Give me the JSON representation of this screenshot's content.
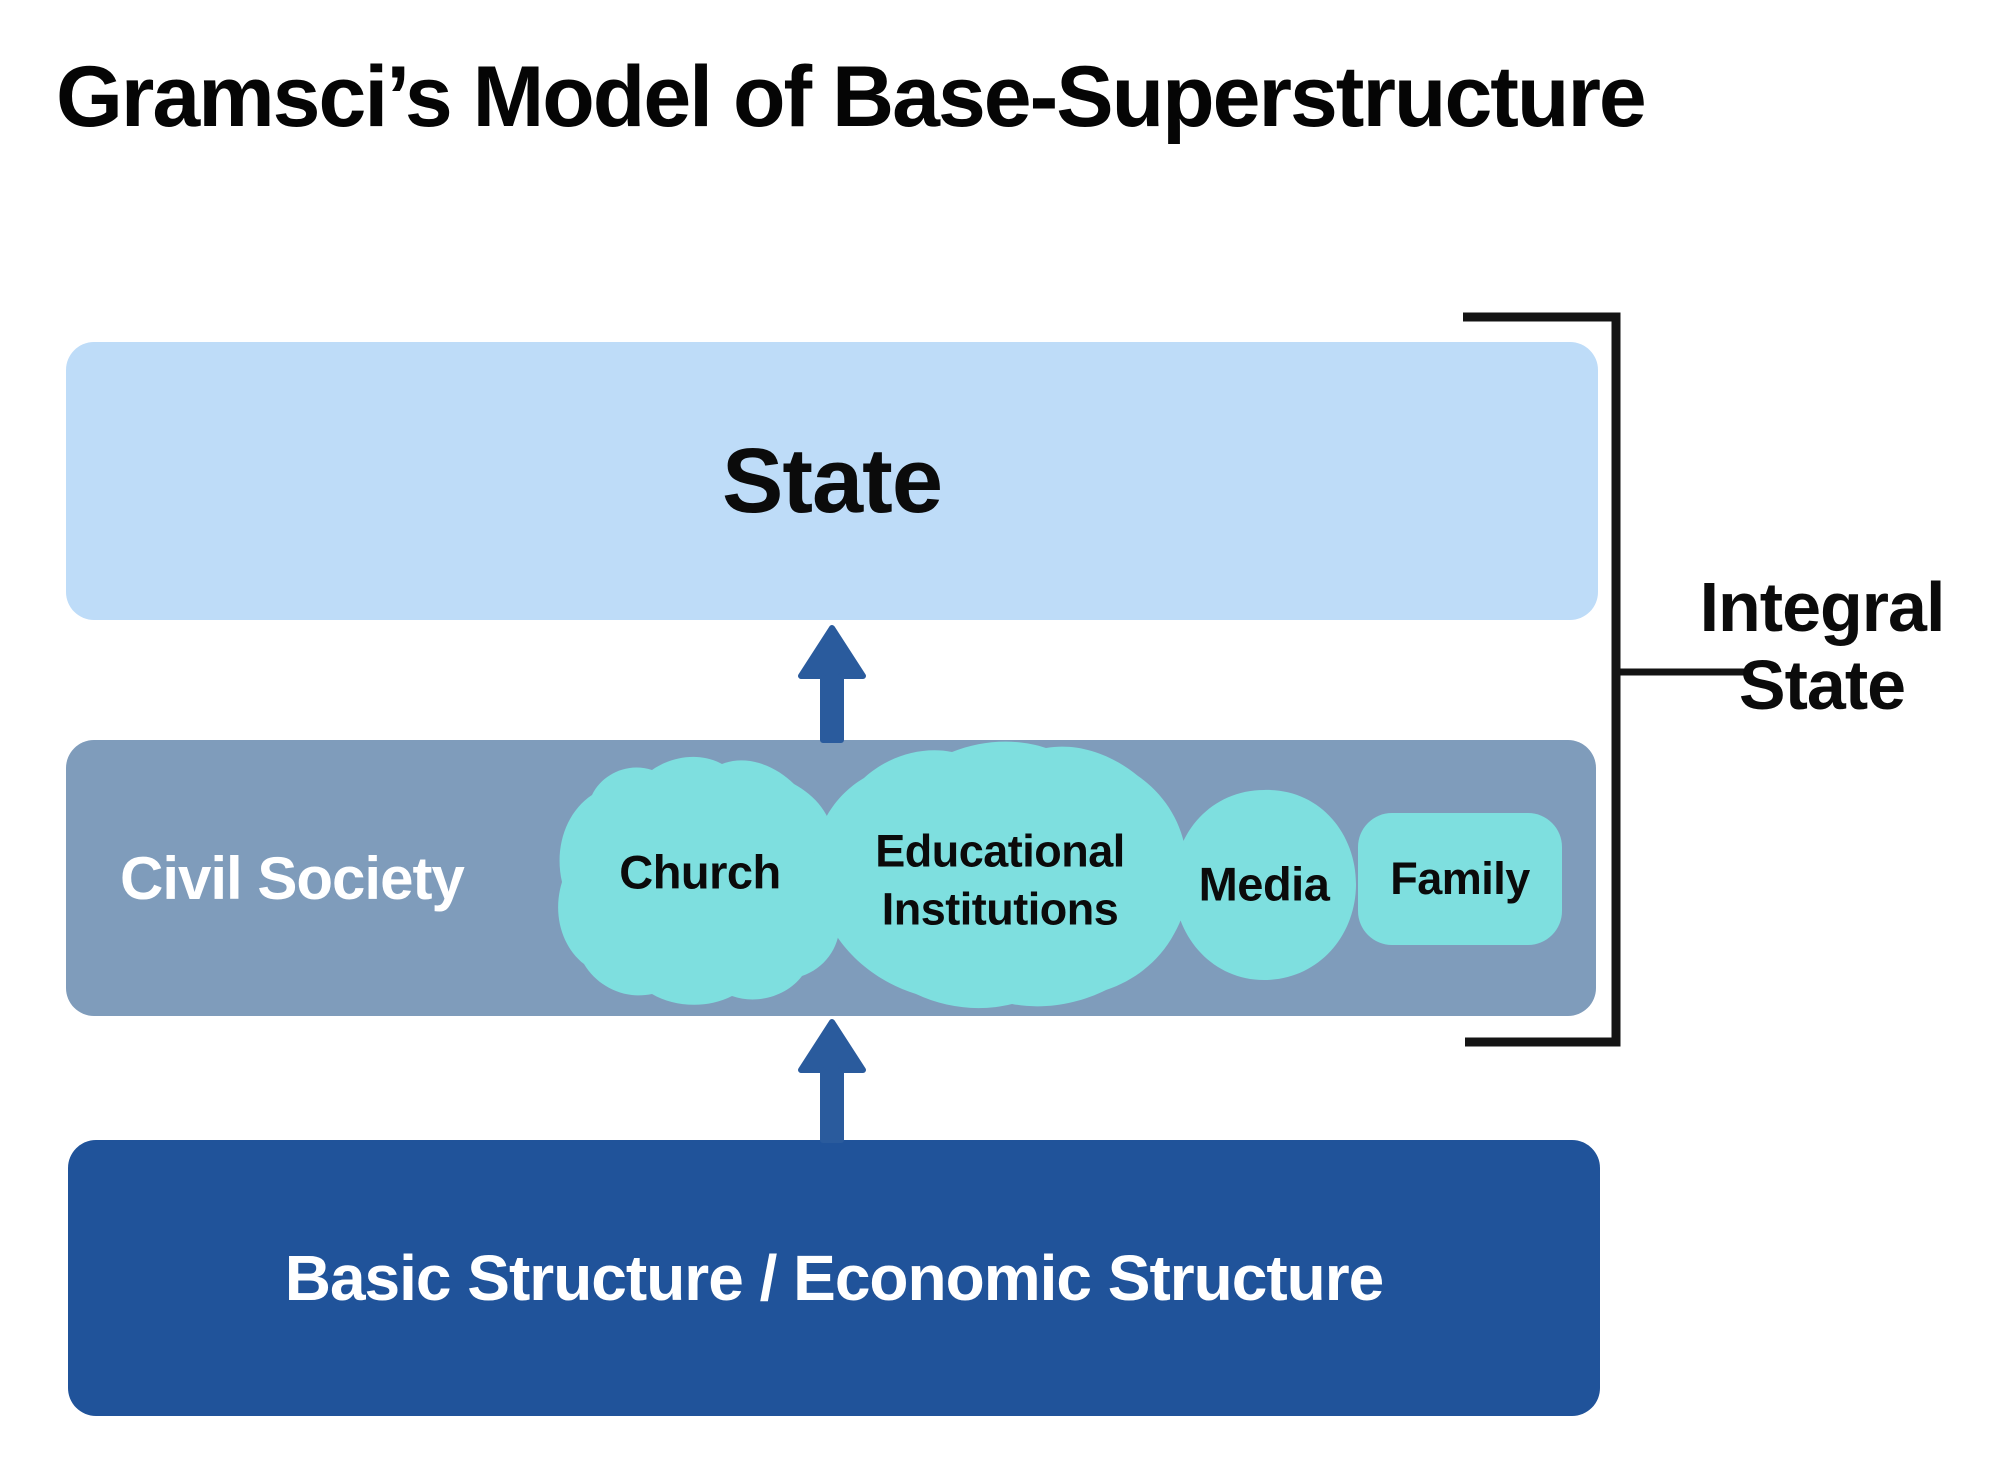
{
  "title": "Gramsci’s Model of Base-Superstructure",
  "layers": {
    "state": {
      "label": "State"
    },
    "civil_society": {
      "label": "Civil Society",
      "institutions": [
        {
          "label": "Church"
        },
        {
          "label": "Educational Institutions"
        },
        {
          "label": "Media"
        },
        {
          "label": "Family"
        }
      ]
    },
    "base": {
      "label": "Basic Structure / Economic Structure"
    }
  },
  "annotations": {
    "bracket_label": "Integral State"
  },
  "colors": {
    "state_fill": "#BEDCF8",
    "civil_society_fill": "#7F9CBB",
    "institution_fill": "#7EDFDF",
    "base_fill": "#20539A",
    "arrow": "#2A5B9D",
    "bracket": "#141414",
    "title_text": "#050505",
    "light_text": "#FFFFFF",
    "dark_text": "#0B0B0B"
  }
}
